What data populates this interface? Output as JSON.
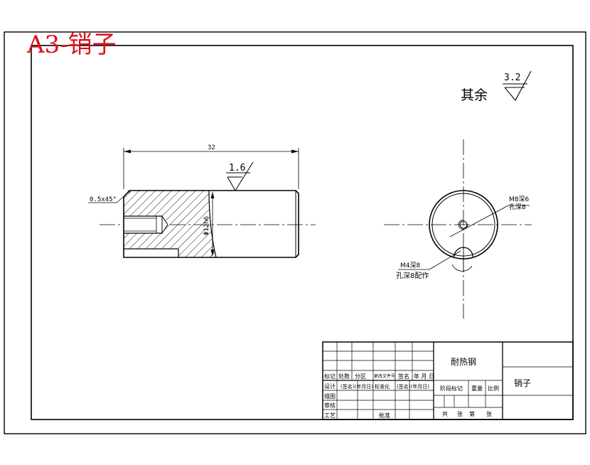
{
  "sheet": {
    "title": "A3-销子",
    "roughness_rest_label": "其余",
    "roughness_rest_value": "3.2"
  },
  "front_view": {
    "length_dim": "32",
    "roughness_value": "1.6",
    "chamfer": "0.5x45°",
    "diameter": "Φ12h6"
  },
  "end_view": {
    "note_m8_line1": "M8深6",
    "note_m8_line2": "孔深8",
    "note_m4_line1": "M4深8",
    "note_m4_line2": "孔深8配作"
  },
  "title_block": {
    "material": "耐热钢",
    "part_name": "销子",
    "row_headers": [
      "标记",
      "处数",
      "分区",
      "更改文件号",
      "签名",
      "年 月 日"
    ],
    "design_label": "设计",
    "design_sign": "(签名)(年月日)",
    "standardize_label": "标准化",
    "standardize_sign": "(签名)(年月日)",
    "drafting_label": "描图",
    "review_label": "审核",
    "process_label": "工艺",
    "approve_label": "批准",
    "stage_label": "阶段标记",
    "weight_label": "重量",
    "scale_label": "比例",
    "sheets_text": [
      "共",
      "张",
      "第",
      "张"
    ]
  }
}
